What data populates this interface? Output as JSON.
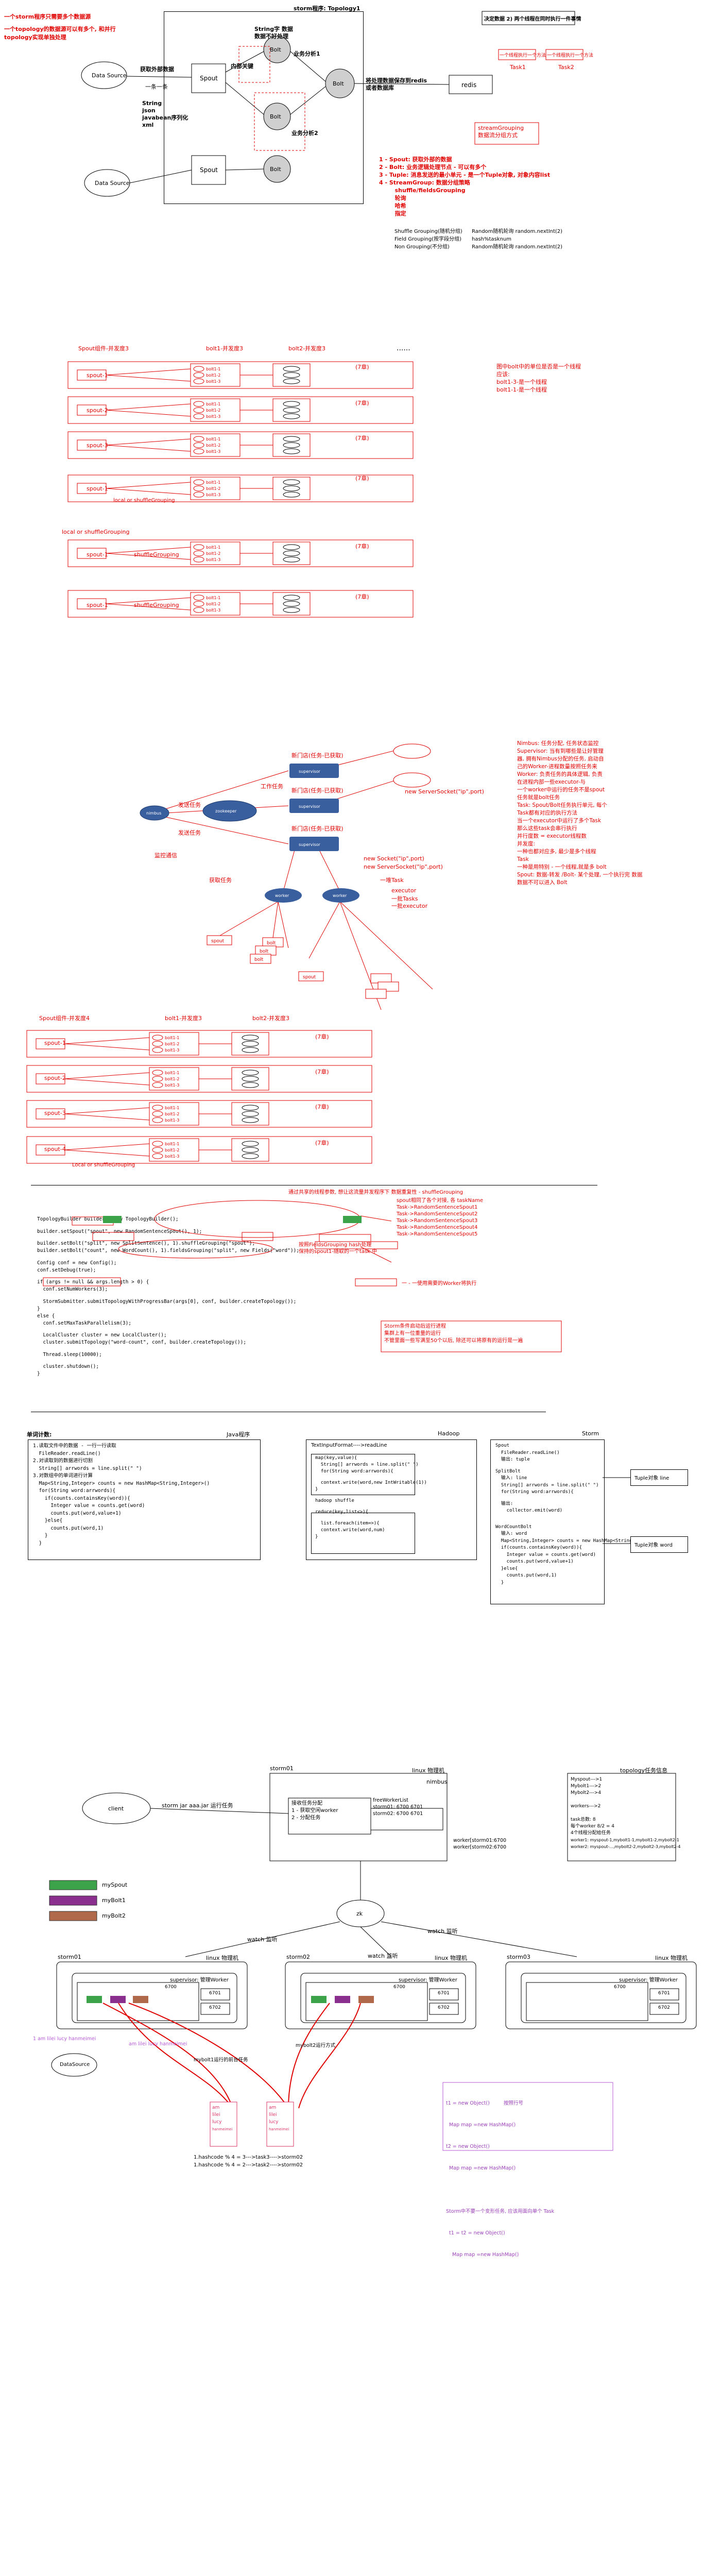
{
  "page": {
    "title": "storm程序: Topology1",
    "top_left_notes": [
      "一个storm程序只需要多个数据源",
      "一个topology的数据源可以有多个, 和并行topology实现单独处理"
    ]
  },
  "colors": {
    "red": "#e00000",
    "gray_node": "#cfcfcf",
    "blue_node": "#3a5f9e",
    "green": "#3ca34a",
    "purple": "#8b2f8f",
    "brown": "#b06a4b"
  },
  "section1": {
    "datasource1": "Data Source",
    "datasource2": "Data Source",
    "spout1": "Spout",
    "spout2": "Spout",
    "bolts": [
      "Bolt",
      "Bolt",
      "Bolt",
      "Bolt",
      "Bolt"
    ],
    "redis": "redis",
    "labels": {
      "get_external": "获取外部数据",
      "one_by_one": "一条一条",
      "string_types": "String\njson\njavabean序列化\nxml",
      "internal_tuple": "内部关键",
      "bolt_logic": "String字 数据\n数据不好处理",
      "business_logic": "业务分析1",
      "business_logic2": "业务分析2",
      "result_to_redis": "将处理数据保存到redis\n或者数据库",
      "stream_grouping": "streamGrouping\n数据流分组方式"
    },
    "right_box": "决定数据 2) 两个线程在同时执行一件事情",
    "right_box_items": [
      "一个线程执行一个方法",
      "一个线程执行一个方法"
    ],
    "task_labels": [
      "Task1",
      "Task2"
    ],
    "summary": [
      "1 - Spout: 获取外部的数据",
      "2 - Bolt: 业务逻辑处理节点 - 可以有多个",
      "3 - Tuple: 消息发送的最小单元 - 是一个Tuple对象, 对象内容list",
      "4 - StreamGroup: 数据分组策略",
      "        shuffle/fieldsGrouping",
      "        轮询",
      "        哈希",
      "        指定"
    ],
    "grouping_table": [
      [
        "Shuffle Grouping(随机分组)",
        "Random随机轮询 random.nextInt(2)"
      ],
      [
        "Field Grouping(按字段分组)",
        "hash%tasknum"
      ],
      [
        "Non Grouping(不分组)",
        "Random随机轮询 random.nextInt(2)"
      ]
    ]
  },
  "section2": {
    "headers": [
      "Spout组件-并发度3",
      "bolt1-并发度3",
      "bolt2-并发度3"
    ],
    "spouts": [
      "spout-1",
      "spout-2",
      "spout-3",
      "spout-1"
    ],
    "bolt_items": [
      "bolt1-1",
      "bolt1-2",
      "bolt1-3"
    ],
    "worker_label": "(7章)",
    "note_lines": [
      "图中bolt中的单位是否是一个线程",
      "应该: ",
      "bolt1-3-是一个线程",
      "bolt1-1-是一个线程"
    ],
    "local_shuffle": "local or shuffleGrouping",
    "dots": "......"
  },
  "section3": {
    "label1": "local or shuffleGrouping",
    "spouts": [
      "spout-1",
      "spout-1"
    ],
    "groupings": [
      "shuffleGrouping",
      "shuffleGrouping"
    ],
    "bolt_items": [
      "bolt1-1",
      "bolt1-2",
      "bolt1-3"
    ],
    "worker_label": "(7章)"
  },
  "section4": {
    "nimbus": "nimbus",
    "zookeeper": "zookeeper",
    "supervisors": [
      "supervisor",
      "supervisor",
      "supervisor"
    ],
    "workers": [
      "worker",
      "worker"
    ],
    "labels": [
      "发送任务",
      "发送任务",
      "工作任务",
      "新门店(任务-已获取)",
      "新门店(任务-已获取)",
      "新门店(任务-已获取)",
      "new ServerSocket(\"ip\",port)",
      "new Socket(\"ip\",port)",
      "new ServerSocket(\"ip\",port)",
      "监控通信",
      "获取任务",
      "一堆Task"
    ],
    "executor_labels": [
      "executor",
      "一批Tasks",
      "一批executor"
    ],
    "tasks": [
      "spout",
      "bolt",
      "bolt",
      "bolt",
      "spout"
    ],
    "explanation": [
      "Nimbus: 任务分配, 任务状态监控",
      "Supervisor: 当有到哪些是让好管理",
      "器, 拥有Nimbus分配的任务, 启动自",
      "己的Worker-进程数量按照任务来",
      "Worker: 负责任务的具体逻辑, 负责",
      "在进程内部一些executor-与",
      "一个worker中运行的任务不是spout",
      "任务就是bolt任务",
      "Task: Spout/Bolt任务执行单元, 每个",
      "Task都有对应的执行方法",
      "当一个executor中运行了多个Task",
      "那么这些task会串行执行",
      "并行度数 = executor线程数",
      "并发度: ",
      "一种也都对应多, 最少是多个线程",
      "Task",
      "一种是用特别 - 一个线程,就是多 bolt",
      "Spout: 数据-转发 /Bolt- 某个处理, 一个执行完 数据",
      "数据不可以进入 Bolt"
    ]
  },
  "section5": {
    "headers": [
      "Spout组件-并发度4",
      "bolt1-并发度3",
      "bolt2-并发度3"
    ],
    "spouts": [
      "spout-1",
      "spout-2",
      "spout-3",
      "spout-4"
    ],
    "bolt_items": [
      "bolt1-1",
      "bolt1-2",
      "bolt1-3"
    ],
    "worker_label": "(7章)",
    "local_shuffle": "Local or shuffleGrouping"
  },
  "code1": {
    "lines": [
      "TopologyBuilder builder = new TopologyBuilder();",
      "",
      "builder.setSpout(\"spout\", new RandomSentenceSpout(), 1);",
      "",
      "builder.setBolt(\"split\", new SplitSentence(), 1).shuffleGrouping(\"spout\");",
      "builder.setBolt(\"count\", new WordCount(), 1).fieldsGrouping(\"split\", new Fields(\"word\"));",
      "",
      "Config conf = new Config();",
      "conf.setDebug(true);",
      "",
      "if (args != null && args.length > 0) {",
      "  conf.setNumWorkers(3);",
      "",
      "  StormSubmitter.submitTopologyWithProgressBar(args[0], conf, builder.createTopology());",
      "}",
      "else {",
      "  conf.setMaxTaskParallelism(3);",
      "",
      "  LocalCluster cluster = new LocalCluster();",
      "  cluster.submitTopology(\"word-count\", conf, builder.createTopology());",
      "",
      "  Thread.sleep(10000);",
      "",
      "  cluster.shutdown();",
      "}"
    ],
    "annotations": [
      "通过共享的线程参数, 想让这流量并发程序下 数据重复性 - shuffleGrouping",
      "spout相同了各个对接, 各 taskName",
      "Task->RandomSentenceSpout1",
      "Task->RandomSentenceSpout2",
      "Task->RandomSentenceSpout3",
      "Task->RandomSentenceSpout4",
      "Task->RandomSentenceSpout5",
      "按照FieldsGrouping hash处理",
      "保持的spout1-随取的一个task 中",
      "一 - 一使用需要的Worker将执行",
      "Storm条件启动后运行进程",
      "集群上有一位重量的运行",
      "不管里面一些写满至50个以后, 除还可以将原有的运行是一遍"
    ]
  },
  "section7": {
    "title": "单词计数: ",
    "col_headers": [
      "Java程序",
      "Hadoop",
      "Storm"
    ],
    "java_lines": [
      "1.读取文件中的数据 - 一行一行读取",
      "  FileReader.readLine()",
      "2.对读取到的数据进行切割",
      "  String[] arrwords = line.split(\" \")",
      "3.对数组中的单词进行计算",
      "  Map<String,Integer> counts = new HashMap<String,Integer>()",
      "  for(String word:arrwords){",
      "    if(counts.containsKey(word)){",
      "      Integer value = counts.get(word)",
      "      counts.put(word,value+1)",
      "    }else{",
      "      counts.put(word,1)",
      "    }",
      "  }"
    ],
    "hadoop_title": "TextInputFormat---->readLine",
    "hadoop_lines": [
      "map(key,value){",
      "  String[] arrwords = line.split(\" \")",
      "  for(String word:arrwords){",
      "",
      "  context.write(word,new IntWritable(1))",
      "}",
      "",
      "hadoop shuffle",
      "",
      "reduce(key,list<>){",
      "",
      "  list.foreach(item=>){",
      "  context.write(word,num)",
      "}"
    ],
    "storm_lines": [
      "Spout",
      "  FileReader.readLine()",
      "  输出: tuple",
      "",
      "SplitBolt",
      "  输入: line",
      "  String[] arrwords = line.split(\" \")",
      "  for(String word:arrwords){",
      "",
      "  输出:",
      "    collector.emit(word)",
      "",
      "",
      "WordCountBolt",
      "  输入: word",
      "  Map<String,Integer> counts = new HashMap<String,Integer>()",
      "  if(counts.containsKey(word)){",
      "    Integer value = counts.get(word)",
      "    counts.put(word,value+1)",
      "  }else{",
      "    counts.put(word,1)",
      "  }"
    ],
    "tuple_boxes": [
      "Tuple对象 line",
      "Tuple对象 word"
    ]
  },
  "section8": {
    "client": "client",
    "storm_jar": "storm jar aaa.jar 运行任务",
    "storm1_label": "storm01",
    "linux_machine": "linux 物理机",
    "nimbus_label": "nimbus",
    "task_assign": [
      "接收任务分配",
      "1 - 获取空闲worker",
      "2 - 分配任务"
    ],
    "free_workers": [
      "freeWorkerList",
      "storm01: 6700 6701",
      "storm02: 6700 6701"
    ],
    "workers_list": [
      "worker[storm01:6700",
      "worker[storm02:6700"
    ],
    "topology_box_title": "topology任务信息",
    "topology_box": [
      "Myspout--->1",
      "Mybolt1--->2",
      "Mybolt2--->4",
      "",
      "workers--->2",
      "",
      "task总数: 8",
      "每个worker 8/2 = 4",
      "4个线程分配给任务",
      "worker1: myspout-1,mybolt1-1,mybolt1-2,mybolt2-1",
      "worker2: myspout-...,mybolt2-2,mybolt2-3,mybolt2-4"
    ],
    "legend": [
      "mySpout",
      "myBolt1",
      "myBolt2"
    ],
    "zk": "zk",
    "watch_labels": [
      "watch 监听",
      "watch 监听",
      "watch 监听"
    ],
    "storm_hosts": [
      "storm01",
      "storm02",
      "storm03"
    ],
    "linux_labels": [
      "linux 物理机",
      "linux 物理机",
      "linux 物理机"
    ],
    "supervisor_labels": [
      "supervisor: 管理Worker",
      "supervisor: 管理Worker",
      "supervisor: 管理Worker"
    ],
    "ports": [
      "6700",
      "6701",
      "6702",
      "6700",
      "6701",
      "6702",
      "6700",
      "6701",
      "6702"
    ],
    "datasource": "DataSource",
    "read_lines": [
      "1 am lilei lucy hanmeimei",
      "am lilei lucy hanmeimei"
    ],
    "mybolt_notes": [
      "mybolt1运行的前台任务",
      "mybolt2运行方式"
    ],
    "small_box_items": [
      "am",
      "lilei",
      "lucy",
      "hanmeimei"
    ],
    "hash_lines": [
      "1.hashcode % 4 = 3--->task3---->storm02",
      "1.hashcode % 4 = 2--->task2---->storm02"
    ],
    "purple_note": [
      "t1 = new Object()         按照行号",
      "  Map map =new HashMap()",
      "t2 = new Object()",
      "  Map map =new HashMap()",
      "",
      "Storm中不要一个变形任务, 应该用面向单个 Task",
      "  t1 = t2 = new Object()",
      "    Map map =new HashMap()"
    ]
  }
}
